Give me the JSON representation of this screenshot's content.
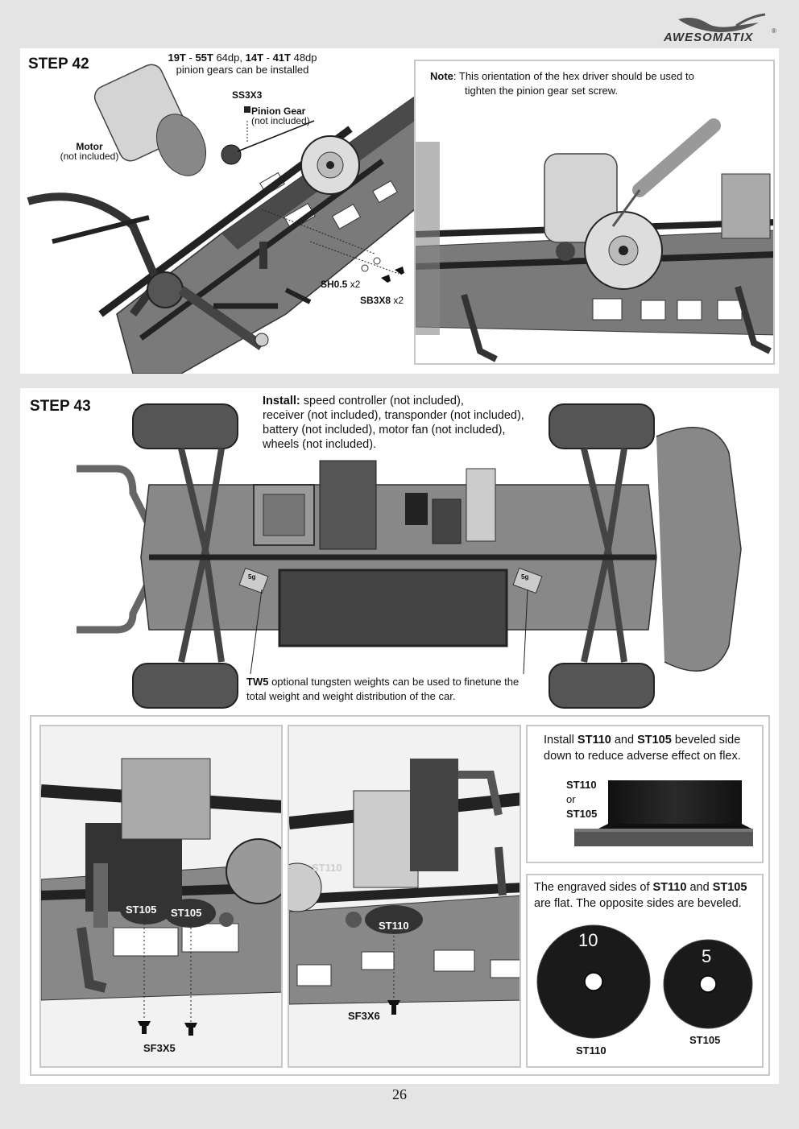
{
  "logo": {
    "text": "AWESOMATIX",
    "reg": "®"
  },
  "step42": {
    "title": "STEP 42",
    "pinion": {
      "l1a": "19T",
      "l1b": " - ",
      "l1c": "55T",
      "l1d": " 64dp, ",
      "l1e": "14T",
      "l1f": " - ",
      "l1g": "41T",
      "l1h": " 48dp",
      "line2": "pinion gears can be installed"
    },
    "screw_ss": "SS3X3",
    "pinion_gear": {
      "name": "Pinion Gear",
      "note": "(not included)"
    },
    "motor": {
      "name": "Motor",
      "note": "(not included)"
    },
    "shim": {
      "code": "SH0.5",
      "qty": " x2"
    },
    "screw_sb": {
      "code": "SB3X8",
      "qty": " x2"
    },
    "note": {
      "label": "Note",
      "line1": ":  This orientation of the hex driver should be used to",
      "line2": "tighten  the pinion gear set screw."
    }
  },
  "step43": {
    "title": "STEP 43",
    "install": {
      "label": "Install:",
      "line1": " speed controller (not included),",
      "line2": "receiver (not included), transponder (not included),",
      "line3": "battery (not included), motor fan (not included),",
      "line4": "wheels (not included)."
    },
    "tw5": {
      "code": "TW5",
      "line1": " optional tungsten weights can be used to finetune the",
      "line2": "total weight and weight distribution of the car."
    },
    "decal1": "5g",
    "decal2": "5g"
  },
  "detail": {
    "left_labels": {
      "st105a": "ST105",
      "st105b": "ST105",
      "screw": "SF3X5"
    },
    "mid_labels": {
      "st110": "ST110",
      "st110_ghost": "ST110",
      "screw": "SF3X6"
    },
    "install_note": {
      "p1": "Install ",
      "b1": "ST110",
      "p2": " and ",
      "b2": "ST105",
      "p3": " beveled side",
      "line2": "down to reduce adverse effect on flex."
    },
    "bevel_labels": {
      "st110": "ST110",
      "or": "or",
      "st105": "ST105"
    },
    "engraved_note": {
      "p1": "The engraved sides of ",
      "b1": "ST110",
      "p2": " and ",
      "b2": "ST105",
      "line2": "are flat. The opposite sides are  beveled."
    },
    "weight_large": {
      "number": "10",
      "label": "ST110"
    },
    "weight_small": {
      "number": "5",
      "label": "ST105"
    }
  },
  "page_number": "26"
}
